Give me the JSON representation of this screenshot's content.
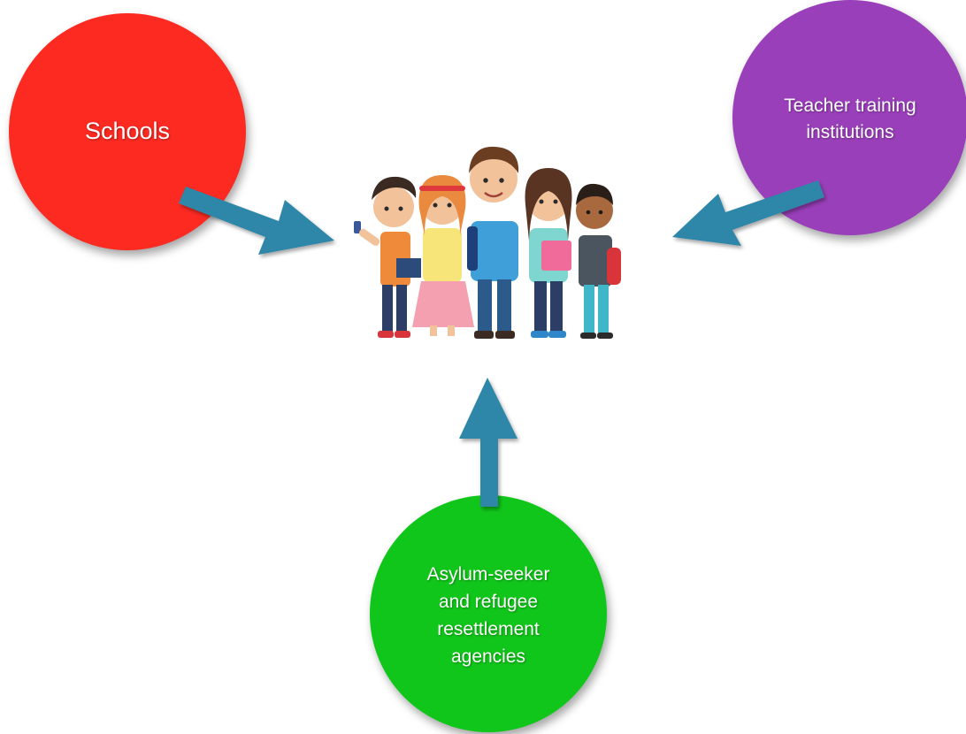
{
  "nodes": {
    "schools": {
      "label": "Schools",
      "color": "#fd2a22"
    },
    "teacher": {
      "label": "Teacher training institutions",
      "lines": [
        "Teacher training",
        "institutions"
      ],
      "color": "#9a3fba"
    },
    "asylum": {
      "label": "Asylum-seeker and refugee resettlement agencies",
      "lines": [
        "Asylum-seeker",
        "and refugee",
        "resettlement",
        "agencies"
      ],
      "color": "#11c61a"
    }
  },
  "center": {
    "image": "group-of-children-illustration"
  },
  "edges": [
    {
      "from": "schools",
      "to": "center"
    },
    {
      "from": "teacher",
      "to": "center"
    },
    {
      "from": "asylum",
      "to": "center"
    }
  ],
  "arrow_color": "#2f86a8"
}
